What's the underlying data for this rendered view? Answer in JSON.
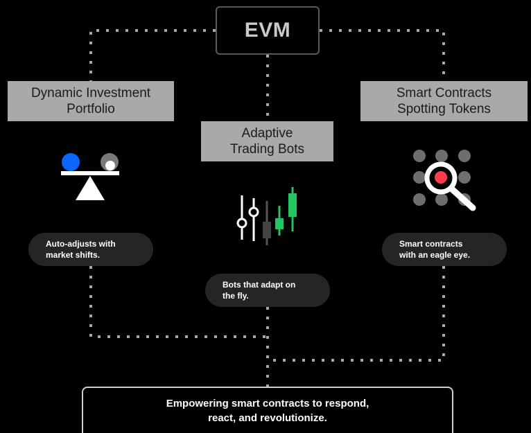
{
  "header": {
    "title": "EVM"
  },
  "columns": [
    {
      "label": "Dynamic Investment\nPortfolio",
      "caption": "Auto-adjusts with\nmarket shifts.",
      "icon": "balance-scale-icon"
    },
    {
      "label": "Adaptive\nTrading Bots",
      "caption": "Bots that adapt on\nthe fly.",
      "icon": "trading-sliders-candles-icon"
    },
    {
      "label": "Smart Contracts\nSpotting Tokens",
      "caption": "Smart contracts\nwith an eagle eye.",
      "icon": "magnifier-dots-icon"
    }
  ],
  "footer": {
    "text": "Empowering smart contracts to respond,\nreact, and revolutionize."
  },
  "colors": {
    "background": "#000000",
    "label_bg": "#a9a9ab",
    "pill_bg": "#252526",
    "accent_blue": "#0a66ff",
    "accent_red": "#ff3b4e",
    "accent_green": "#22c55e",
    "connector": "#a9a9ab"
  }
}
